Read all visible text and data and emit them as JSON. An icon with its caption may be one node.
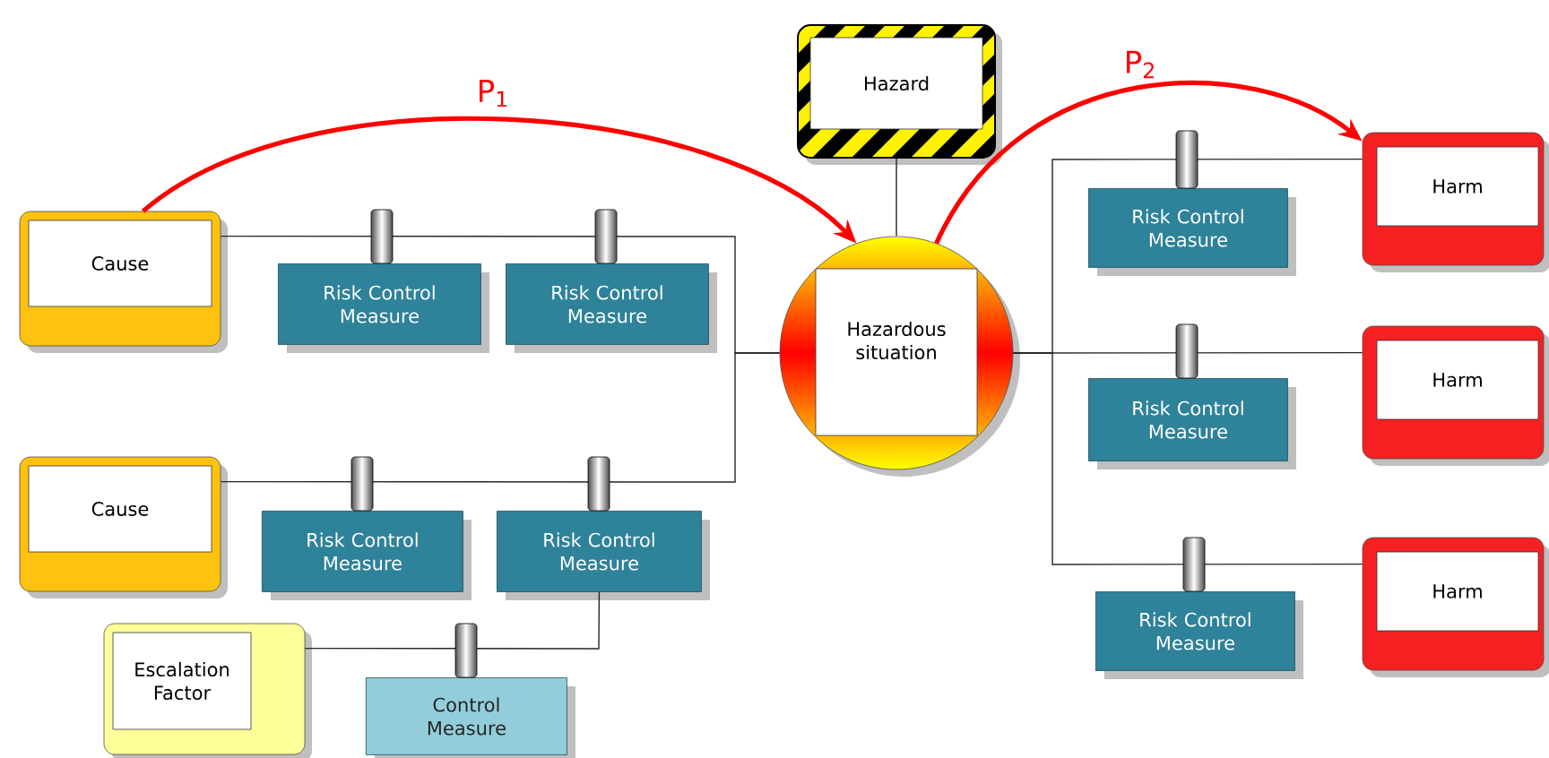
{
  "diagram": {
    "nodes": [
      {
        "text": [
          "Hazard"
        ]
      },
      {
        "text": [
          "Cause"
        ]
      },
      {
        "text": [
          "Risk Control Measure"
        ]
      },
      {
        "text": [
          "Risk Control Measure"
        ]
      },
      {
        "text": [
          "Hazardous situation"
        ]
      },
      {
        "text": [
          "Cause"
        ]
      },
      {
        "text": [
          "Risk Control Measure"
        ]
      },
      {
        "text": [
          "Risk Control Measure"
        ]
      },
      {
        "text": [
          "Escalation Factor"
        ]
      },
      {
        "text": [
          "Control Measure"
        ]
      },
      {
        "text": [
          "Risk Control Measure"
        ]
      },
      {
        "text": [
          "Harm"
        ]
      },
      {
        "text": [
          "Risk Control Measure"
        ]
      },
      {
        "text": [
          "Harm"
        ]
      },
      {
        "text": [
          "Risk Control Measure"
        ]
      },
      {
        "text": [
          "Harm"
        ]
      }
    ],
    "edges": [
      {
        "from": 1,
        "to": 4,
        "arrow": "none"
      },
      {
        "from": 5,
        "to": 4,
        "arrow": "none"
      },
      {
        "from": 0,
        "to": 4,
        "arrow": "none"
      },
      {
        "from": 4,
        "to": 11,
        "arrow": "none"
      },
      {
        "from": 4,
        "to": 13,
        "arrow": "none"
      },
      {
        "from": 4,
        "to": 15,
        "arrow": "none"
      },
      {
        "from": 8,
        "to": 7,
        "arrow": "none"
      },
      {
        "from": 1,
        "to": 4,
        "arrow": "to",
        "label": "P$_{1}$",
        "style": "thick",
        "color": "#ff0000"
      },
      {
        "from": 4,
        "to": 11,
        "arrow": "to",
        "label": "P$_{2}$",
        "style": "thick",
        "color": "#ff0000"
      }
    ]
  }
}
